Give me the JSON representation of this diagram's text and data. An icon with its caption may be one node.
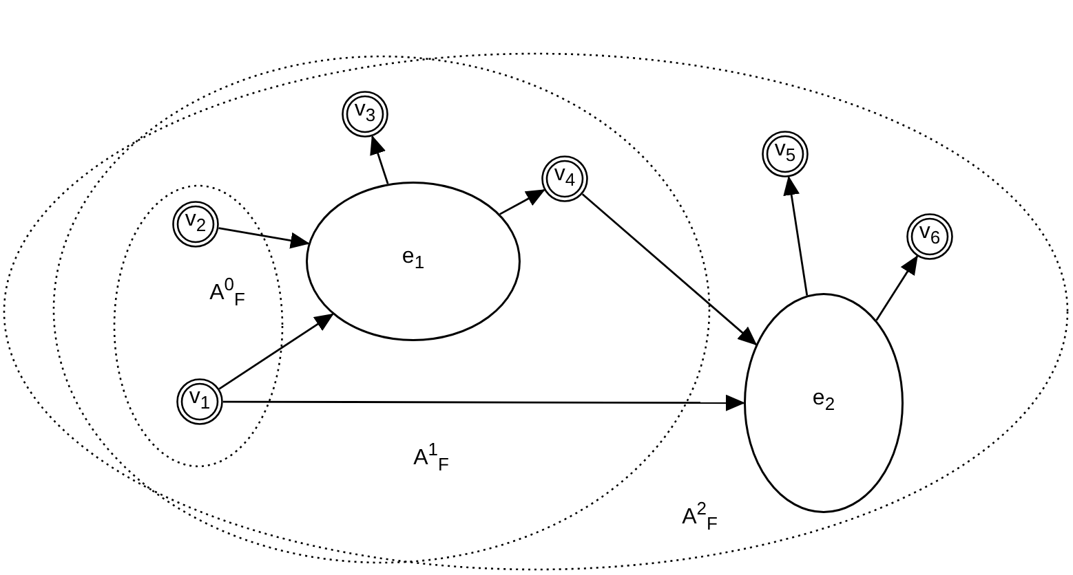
{
  "diagram": {
    "nodes": [
      {
        "text": [
          "A$^{2}$$_{F}$"
        ]
      },
      {
        "text": [
          "A$^{1}$$_{F}$"
        ],
        "in": 0
      },
      {
        "text": [
          "A$^{0}$$_{F}$"
        ],
        "in": 1
      },
      {
        "text": [
          "v$_{2}$"
        ],
        "in": 2
      },
      {
        "text": [
          "v$_{1}$"
        ],
        "in": 2
      },
      {
        "text": [
          "e$_{1}$"
        ],
        "in": 1
      },
      {
        "text": [
          "v$_{3}$"
        ],
        "in": 1
      },
      {
        "text": [
          "v$_{4}$"
        ],
        "in": 1
      },
      {
        "text": [
          "e$_{2}$"
        ],
        "in": 0
      },
      {
        "text": [
          "v$_{5}$"
        ],
        "in": 0
      },
      {
        "text": [
          "v$_{6}$"
        ],
        "in": 0
      }
    ],
    "edges": [
      {
        "from": 3,
        "to": 5,
        "arrow": "to"
      },
      {
        "from": 4,
        "to": 5,
        "arrow": "to"
      },
      {
        "from": 5,
        "to": 6,
        "arrow": "to"
      },
      {
        "from": 5,
        "to": 7,
        "arrow": "to"
      },
      {
        "from": 7,
        "to": 8,
        "arrow": "to"
      },
      {
        "from": 4,
        "to": 8,
        "arrow": "to"
      },
      {
        "from": 8,
        "to": 9,
        "arrow": "to"
      },
      {
        "from": 8,
        "to": 10,
        "arrow": "to"
      }
    ]
  }
}
